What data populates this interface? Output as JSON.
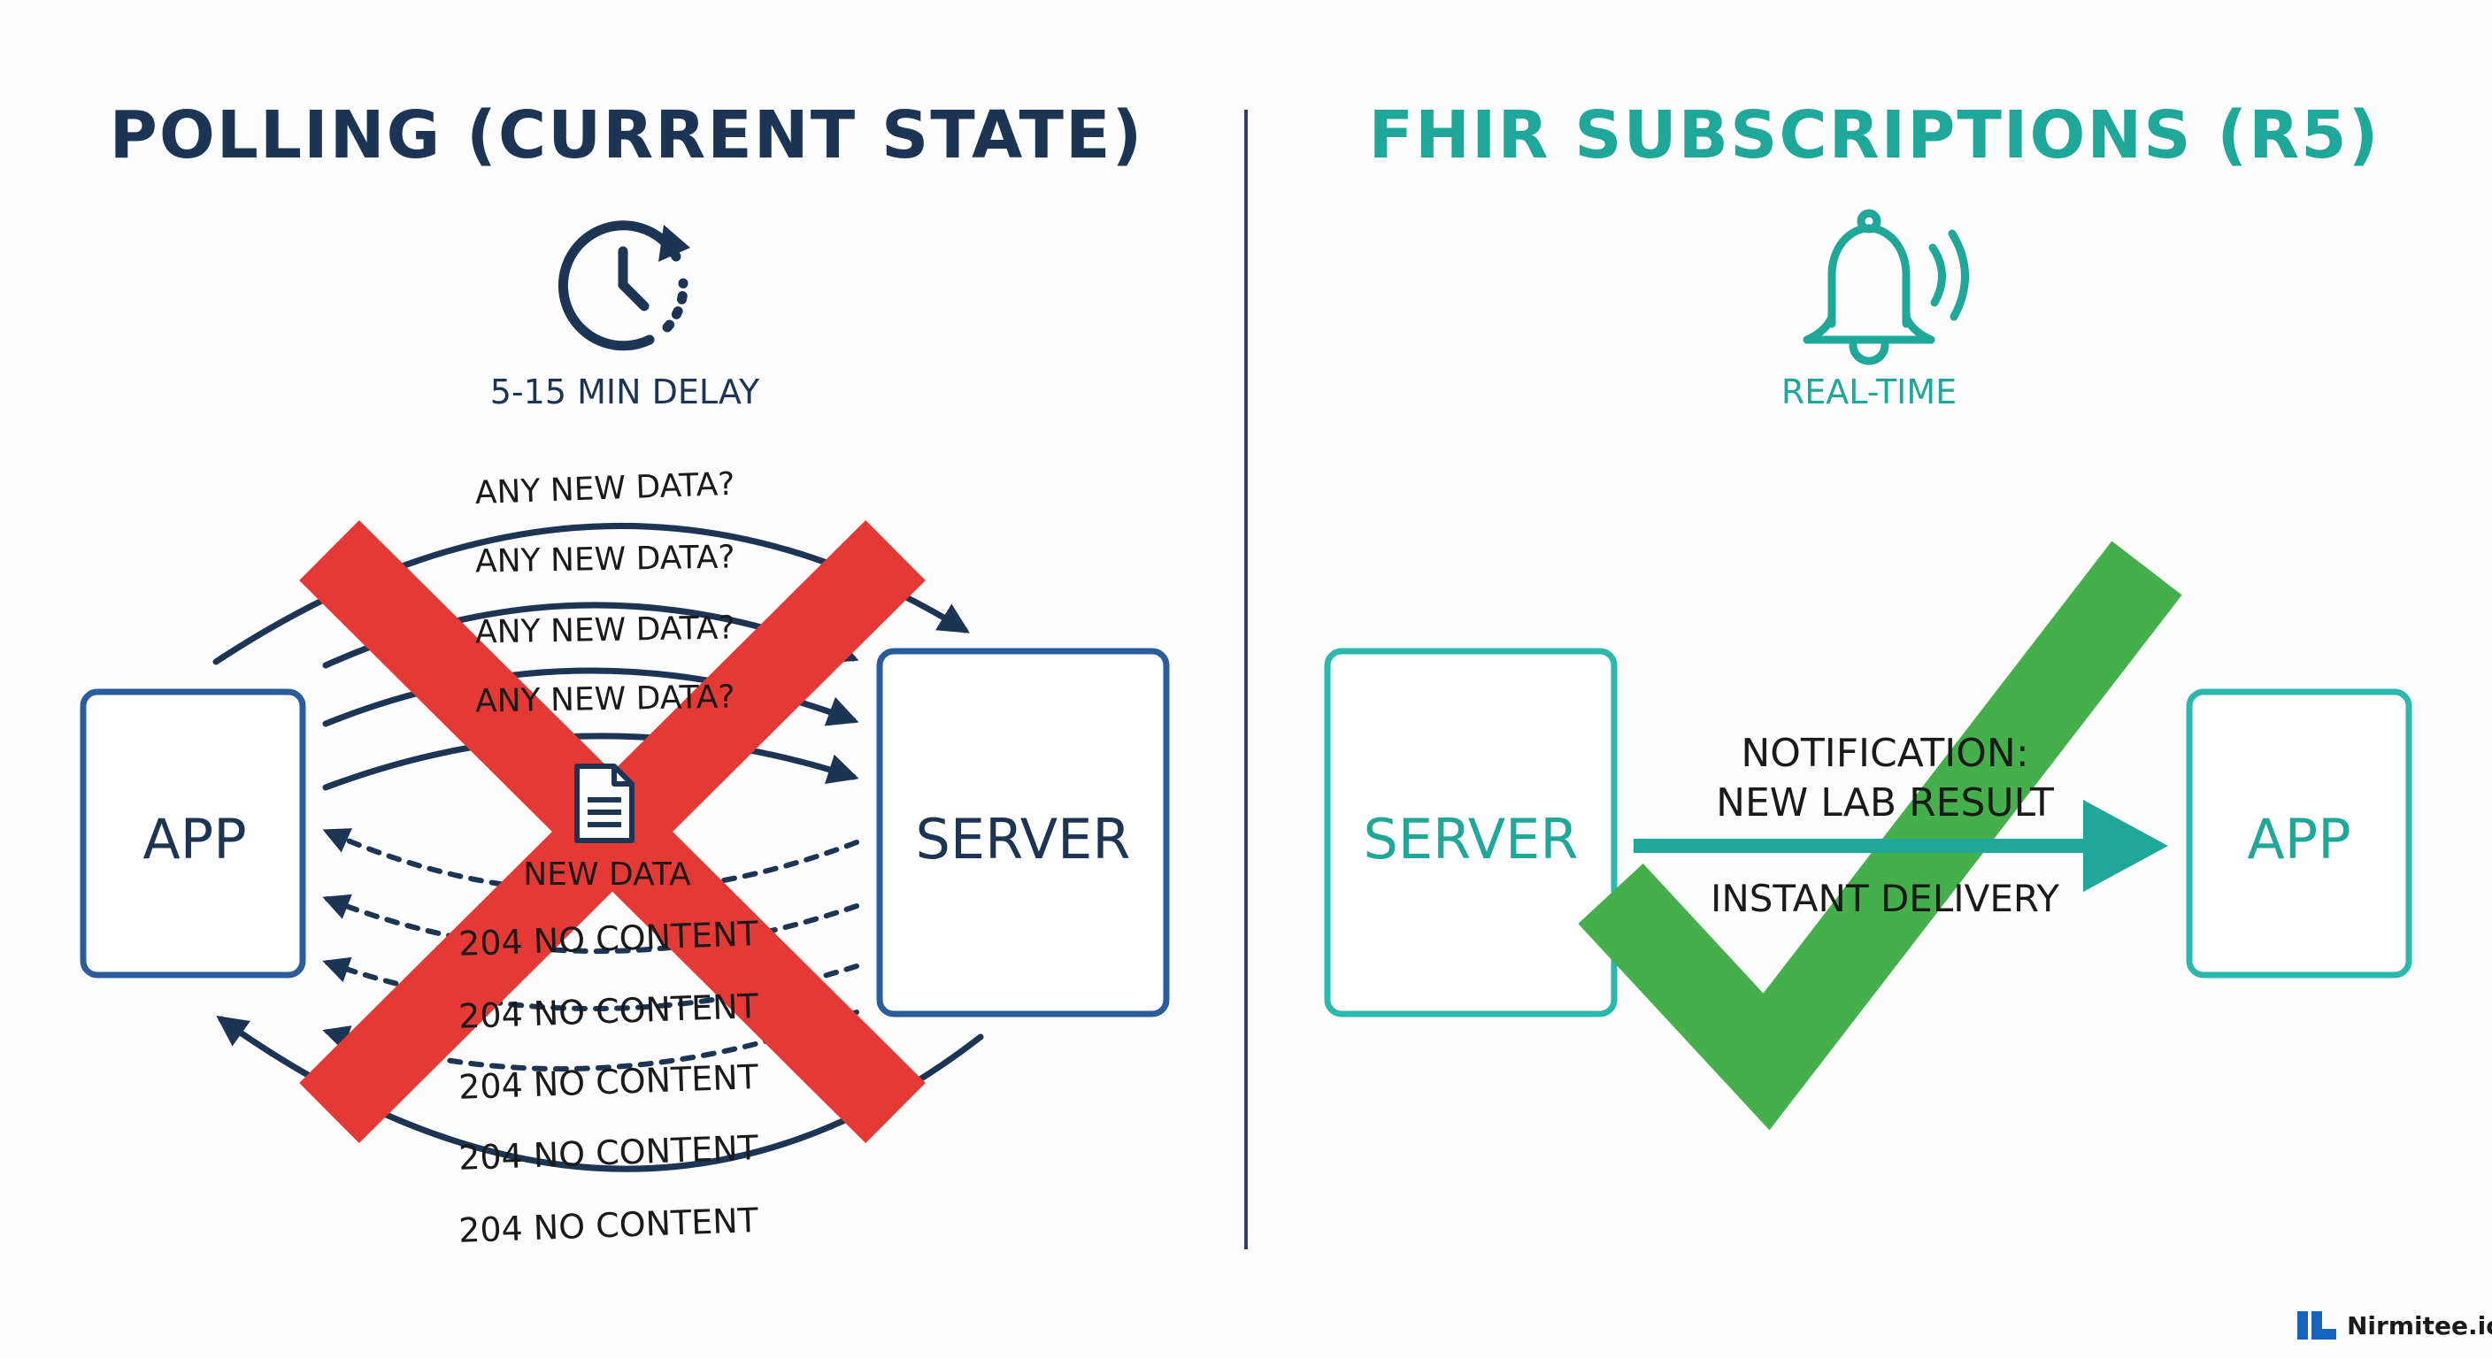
{
  "colors": {
    "navy": "#1d3554",
    "blue_box": "#2a5d9c",
    "teal": "#1fa79a",
    "teal_box": "#2bb8ae",
    "red_x": "#e53935",
    "green_check": "#45b04b",
    "text_dark": "#1a1a1a",
    "divider": "#2b4466",
    "logo": "#1565c0"
  },
  "left_panel": {
    "title": "POLLING (CURRENT STATE)",
    "icon": "clock-refresh-icon",
    "delay_label": "5-15 MIN DELAY",
    "app_label": "APP",
    "server_label": "SERVER",
    "requests": [
      "ANY NEW DATA?",
      "ANY NEW DATA?",
      "ANY NEW DATA?",
      "ANY NEW DATA?"
    ],
    "new_data_label": "NEW DATA",
    "document_icon": "document-icon",
    "responses": [
      "204 NO CONTENT",
      "204 NO CONTENT",
      "204 NO CONTENT",
      "204 NO CONTENT",
      "204 NO CONTENT"
    ],
    "overlay": "red-x-icon"
  },
  "right_panel": {
    "title": "FHIR SUBSCRIPTIONS (R5)",
    "icon": "bell-ringing-icon",
    "mode_label": "REAL-TIME",
    "server_label": "SERVER",
    "app_label": "APP",
    "notification_line1": "NOTIFICATION:",
    "notification_line2": "NEW LAB RESULT",
    "delivery_label": "INSTANT DELIVERY",
    "overlay": "green-check-icon"
  },
  "footer": {
    "logo_icon": "nirmitee-logo-icon",
    "brand": "Nirmitee.io"
  }
}
